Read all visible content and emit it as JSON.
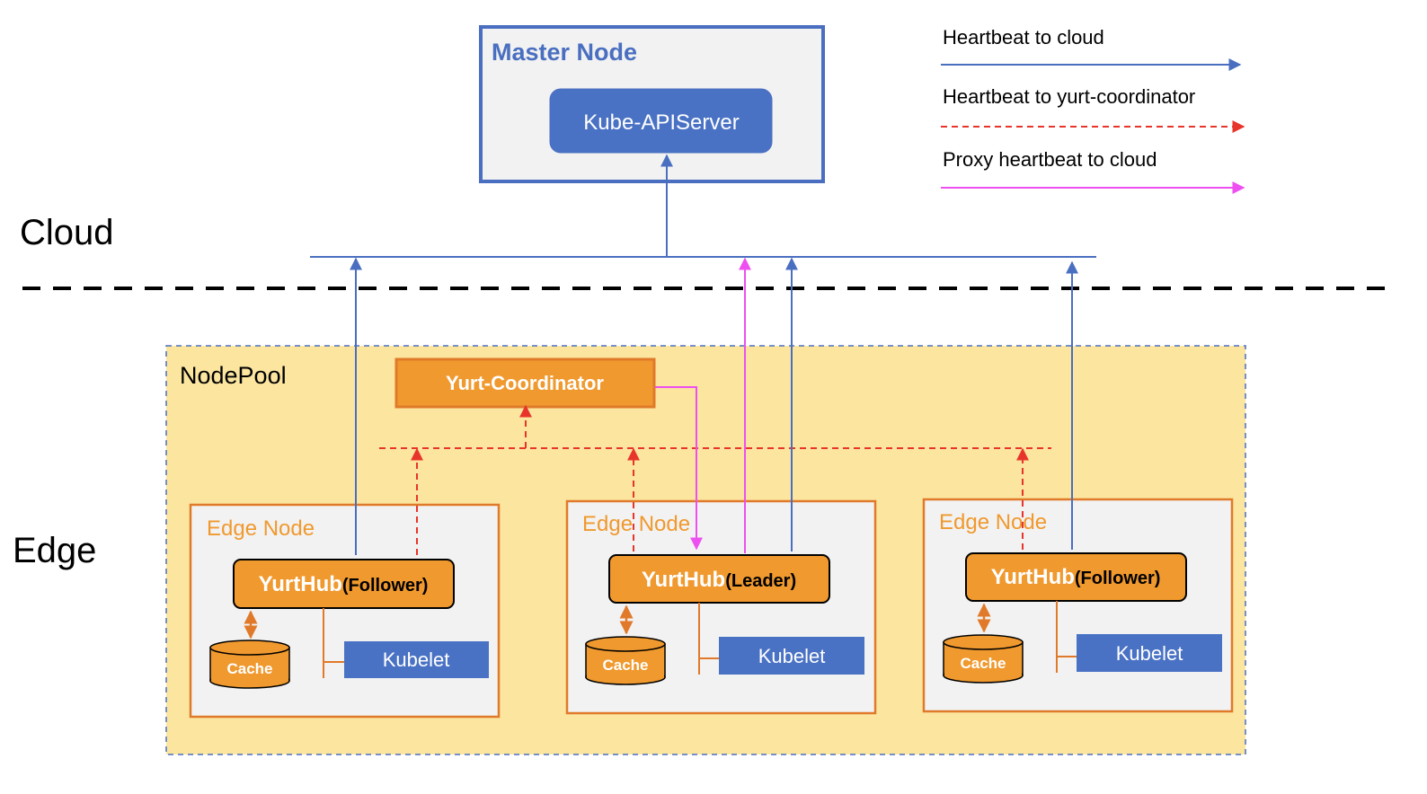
{
  "zones": {
    "cloud_label": "Cloud",
    "edge_label": "Edge"
  },
  "master_node": {
    "title": "Master Node",
    "api_server": "Kube-APIServer"
  },
  "legend": {
    "items": [
      {
        "label": "Heartbeat to cloud",
        "color": "#4a6fc0",
        "style": "solid"
      },
      {
        "label": "Heartbeat to yurt-coordinator",
        "color": "#e8352b",
        "style": "dashed"
      },
      {
        "label": "Proxy heartbeat to cloud",
        "color": "#ee4ff0",
        "style": "solid"
      }
    ]
  },
  "nodepool": {
    "label": "NodePool",
    "coordinator": "Yurt-Coordinator"
  },
  "edge_nodes": [
    {
      "title": "Edge Node",
      "yurthub": "YurtHub",
      "role": "(Follower)",
      "cache": "Cache",
      "kubelet": "Kubelet"
    },
    {
      "title": "Edge Node",
      "yurthub": "YurtHub",
      "role": "(Leader)",
      "cache": "Cache",
      "kubelet": "Kubelet"
    },
    {
      "title": "Edge Node",
      "yurthub": "YurtHub",
      "role": "(Follower)",
      "cache": "Cache",
      "kubelet": "Kubelet"
    }
  ],
  "colors": {
    "blue": "#4a6fc0",
    "orange": "#f0992e",
    "orange_border": "#e07a2a",
    "nodepool_fill": "#fbe59f",
    "red_dashed": "#e8352b",
    "magenta": "#ee4ff0"
  }
}
